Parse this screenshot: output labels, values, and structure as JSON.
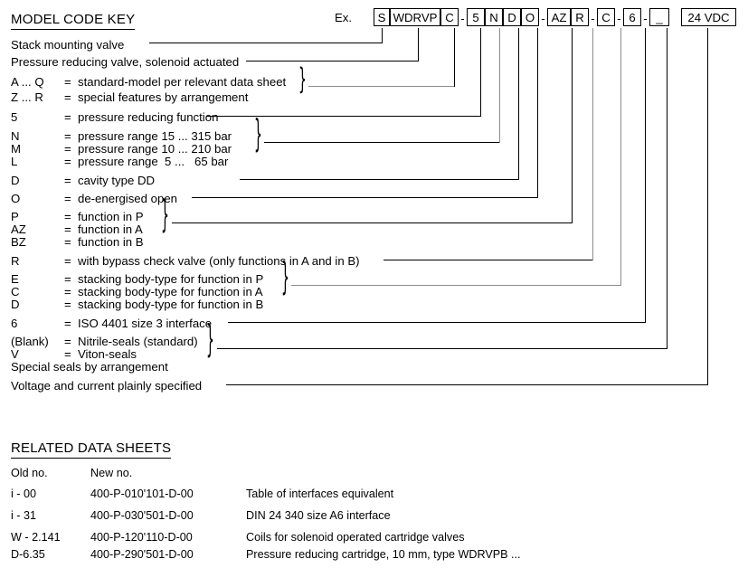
{
  "section_model_code": {
    "title": "MODEL CODE KEY",
    "example_label": "Ex.",
    "code_boxes": [
      {
        "text": "S"
      },
      {
        "text": "WDRVP"
      },
      {
        "text": "C"
      },
      {
        "text": "5"
      },
      {
        "text": "N"
      },
      {
        "text": "D"
      },
      {
        "text": "O"
      },
      {
        "text": "AZ"
      },
      {
        "text": "R"
      },
      {
        "text": "C"
      },
      {
        "text": "6"
      },
      {
        "text": "_"
      },
      {
        "text": "24 VDC"
      }
    ],
    "separators": [
      "-",
      "-",
      "-",
      "-",
      "-"
    ],
    "legend": [
      {
        "code": "",
        "eq": "",
        "desc": "Stack mounting valve"
      },
      {
        "code": "",
        "eq": "",
        "desc": "Pressure reducing valve, solenoid actuated"
      },
      {
        "code": "A ... Q",
        "eq": "=",
        "desc": "standard-model per relevant data sheet"
      },
      {
        "code": "Z ... R",
        "eq": "=",
        "desc": "special features by arrangement"
      },
      {
        "code": "5",
        "eq": "=",
        "desc": "pressure reducing function"
      },
      {
        "code": "N",
        "eq": "=",
        "desc": "pressure range 15 ... 315 bar"
      },
      {
        "code": "M",
        "eq": "=",
        "desc": "pressure range 10 ... 210 bar"
      },
      {
        "code": "L",
        "eq": "=",
        "desc": "pressure range  5 ...   65 bar"
      },
      {
        "code": "D",
        "eq": "=",
        "desc": "cavity type DD"
      },
      {
        "code": "O",
        "eq": "=",
        "desc": "de-energised open"
      },
      {
        "code": "P",
        "eq": "=",
        "desc": "function in P"
      },
      {
        "code": "AZ",
        "eq": "=",
        "desc": "function in A"
      },
      {
        "code": "BZ",
        "eq": "=",
        "desc": "function in B"
      },
      {
        "code": "R",
        "eq": "=",
        "desc": "with bypass check valve (only functions in A and in B)"
      },
      {
        "code": "E",
        "eq": "=",
        "desc": "stacking body-type for function in P"
      },
      {
        "code": "C",
        "eq": "=",
        "desc": "stacking body-type for function in A"
      },
      {
        "code": "D",
        "eq": "=",
        "desc": "stacking body-type for function in B"
      },
      {
        "code": "6",
        "eq": "=",
        "desc": "ISO 4401 size 3 interface"
      },
      {
        "code": "(Blank)",
        "eq": "=",
        "desc": "Nitrile-seals (standard)"
      },
      {
        "code": "V",
        "eq": "=",
        "desc": "Viton-seals"
      },
      {
        "code": "",
        "eq": "",
        "desc": "Special seals by arrangement"
      },
      {
        "code": "",
        "eq": "",
        "desc": "Voltage and current plainly specified"
      }
    ]
  },
  "section_data_sheets": {
    "title": "RELATED DATA SHEETS",
    "columns": [
      "Old no.",
      "New no.",
      ""
    ],
    "rows": [
      {
        "old": "i - 00",
        "new": "400-P-010'101-D-00",
        "desc": "Table of interfaces equivalent"
      },
      {
        "old": "i - 31",
        "new": "400-P-030'501-D-00",
        "desc": "DIN 24 340 size A6 interface"
      },
      {
        "old": "W - 2.141",
        "new": "400-P-120'110-D-00",
        "desc": "Coils for solenoid operated cartridge valves"
      },
      {
        "old": "D-6.35",
        "new": "400-P-290'501-D-00",
        "desc": "Pressure reducing cartridge, 10 mm, type WDRVPB ..."
      }
    ]
  },
  "colors": {
    "ink": "#000000",
    "line_gray": "#8c8c8c",
    "paper": "#ffffff"
  }
}
